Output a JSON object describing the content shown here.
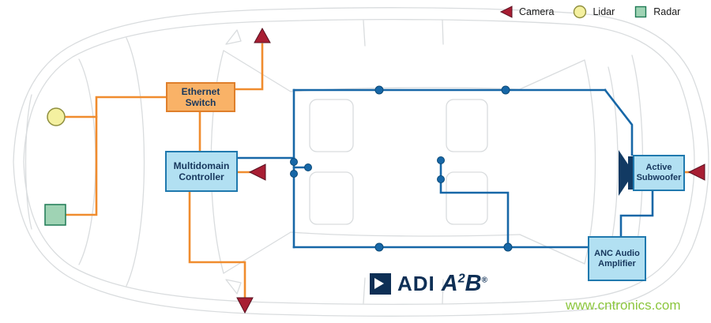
{
  "legend": {
    "items": [
      {
        "id": "camera",
        "label": "Camera"
      },
      {
        "id": "lidar",
        "label": "Lidar"
      },
      {
        "id": "radar",
        "label": "Radar"
      }
    ]
  },
  "nodes": {
    "ethernet_switch": {
      "label": "Ethernet Switch"
    },
    "multidomain_controller": {
      "label": "Multidomain Controller"
    },
    "active_subwoofer": {
      "label": "Active Subwoofer"
    },
    "anc_amplifier": {
      "label": "ANC Audio Amplifier"
    }
  },
  "logo": {
    "brand": "ADI",
    "product_a": "A",
    "product_exp": "2",
    "product_b": "B",
    "registered": "®"
  },
  "watermark": {
    "text": "www.cntronics.com"
  },
  "colors": {
    "orange_wire": "#f08c2e",
    "blue_wire": "#1767a7",
    "camera": "#a81e33",
    "camera_border": "#571020",
    "lidar_fill": "#f4f0a0",
    "lidar_border": "#8f8f3e",
    "radar_fill": "#9fd3b4",
    "radar_border": "#1f7a55",
    "node_orange_fill": "#f9b267",
    "node_orange_border": "#df7f2b",
    "node_blue_fill": "#b2e0f2",
    "node_blue_border": "#2079ae",
    "speaker_icon": "#123a63",
    "logo_navy": "#0e2f55",
    "watermark_green": "#8cc63e"
  }
}
